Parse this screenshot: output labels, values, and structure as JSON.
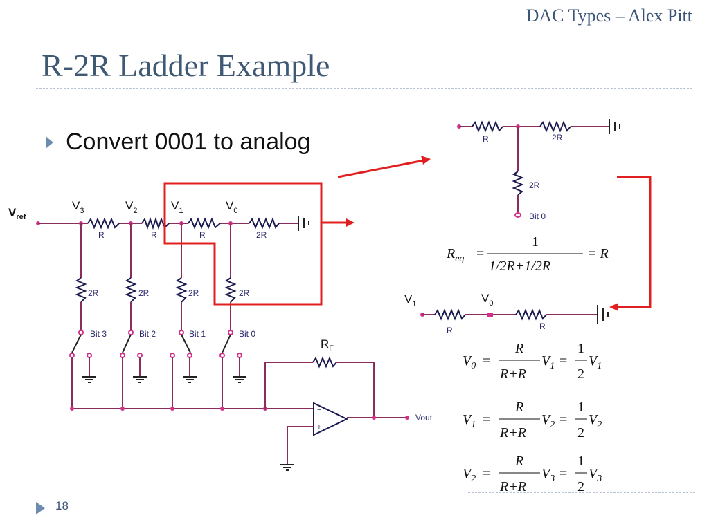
{
  "header": {
    "right": "DAC Types – Alex Pitt"
  },
  "slide": {
    "title": "R-2R Ladder Example",
    "bullet": "Convert 0001 to analog",
    "page_number": "18"
  },
  "circuit": {
    "vref_main": "V",
    "vref_sub": "ref",
    "node_labels": [
      {
        "main": "V",
        "sub": "3"
      },
      {
        "main": "V",
        "sub": "2"
      },
      {
        "main": "V",
        "sub": "1"
      },
      {
        "main": "V",
        "sub": "0"
      }
    ],
    "series_resistors": [
      "R",
      "R",
      "R",
      "2R"
    ],
    "shunt_resistors": [
      "2R",
      "2R",
      "2R",
      "2R"
    ],
    "bits": [
      "Bit 3",
      "Bit 2",
      "Bit 1",
      "Bit 0"
    ],
    "feedback": {
      "main": "R",
      "sub": "F"
    },
    "output": "Vout"
  },
  "subcircuit_top": {
    "r_label": "R",
    "r2_label": "2R",
    "shunt_label": "2R",
    "bit_label": "Bit 0"
  },
  "subcircuit_mid": {
    "v1_main": "V",
    "v1_sub": "1",
    "v0_main": "V",
    "v0_sub": "0",
    "r_left": "R",
    "r_right": "R"
  },
  "equations": {
    "req": {
      "lhs_main": "R",
      "lhs_sub": "eq",
      "eq": "=",
      "num": "1",
      "den": "1/2R+1/2R",
      "rhs": "= R"
    },
    "v_eqs": [
      {
        "lhs": "V",
        "lhs_sub": "0",
        "num": "R",
        "den": "R+R",
        "v_in": "V",
        "v_in_sub": "1",
        "half_num": "1",
        "half_den": "2",
        "v_out": "V",
        "v_out_sub": "1"
      },
      {
        "lhs": "V",
        "lhs_sub": "1",
        "num": "R",
        "den": "R+R",
        "v_in": "V",
        "v_in_sub": "2",
        "half_num": "1",
        "half_den": "2",
        "v_out": "V",
        "v_out_sub": "2"
      },
      {
        "lhs": "V",
        "lhs_sub": "2",
        "num": "R",
        "den": "R+R",
        "v_in": "V",
        "v_in_sub": "3",
        "half_num": "1",
        "half_den": "2",
        "v_out": "V",
        "v_out_sub": "3"
      }
    ],
    "equals": "="
  },
  "colors": {
    "wire": "#8a2d5a",
    "resistor": "#1a1a50",
    "highlight": "#e02020",
    "title": "#3f5874"
  }
}
